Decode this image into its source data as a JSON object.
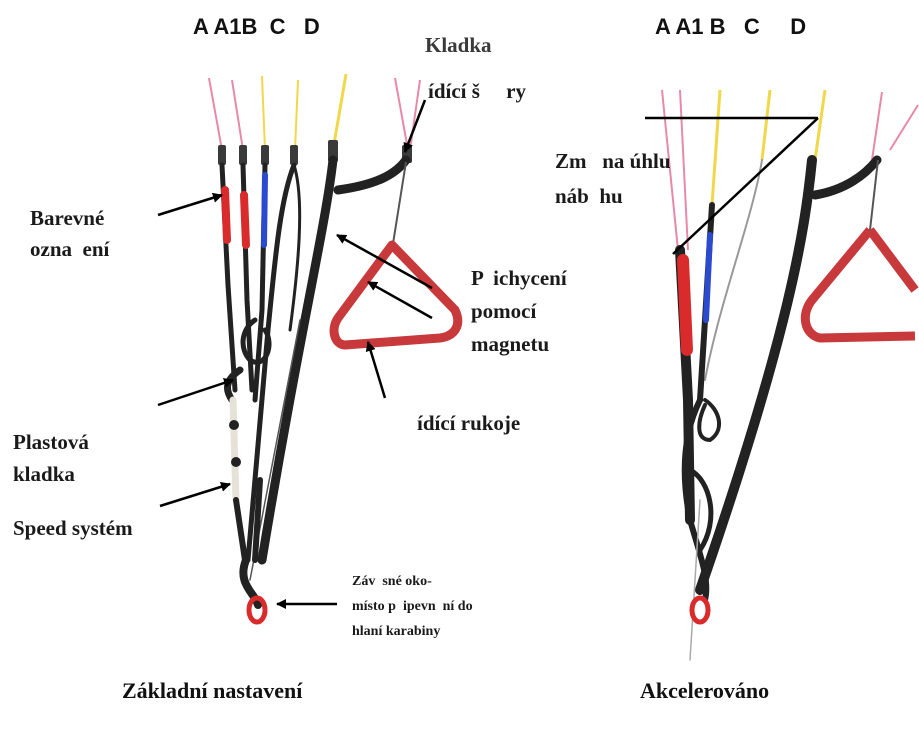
{
  "left_diagram": {
    "riser_labels": "A A1B  C   D",
    "labels": {
      "kladka": "Kladka",
      "ridici_snury": "ídící š     ry",
      "barevne_1": "Barevné",
      "barevne_2": "ozna  ení",
      "prichyceni_1": "P  ichycení",
      "prichyceni_2": "pomocí",
      "prichyceni_3": "magnetu",
      "ridici_rukojet": "ídící rukoje",
      "plastova_1": "Plastová",
      "plastova_2": "kladka",
      "speed": "Speed systém",
      "zaves_1": "Záv  sné oko-",
      "zaves_2": "místo p  ipevn  ní do",
      "zaves_3": "hlaní karabiny"
    },
    "caption": "Základní nastavení"
  },
  "right_diagram": {
    "riser_labels": "A A1 B   C     D",
    "labels": {
      "zmena_1": "Zm   na úhlu",
      "zmena_2": "náb  hu"
    },
    "caption": "Akcelerováno"
  },
  "colors": {
    "line_pink": "#e68aa8",
    "line_yellow": "#f0d84a",
    "webbing_black": "#222222",
    "riser_red": "#d92b2b",
    "riser_blue": "#2a4bd0",
    "handle_red": "#c8393b",
    "arrow": "#000000"
  }
}
